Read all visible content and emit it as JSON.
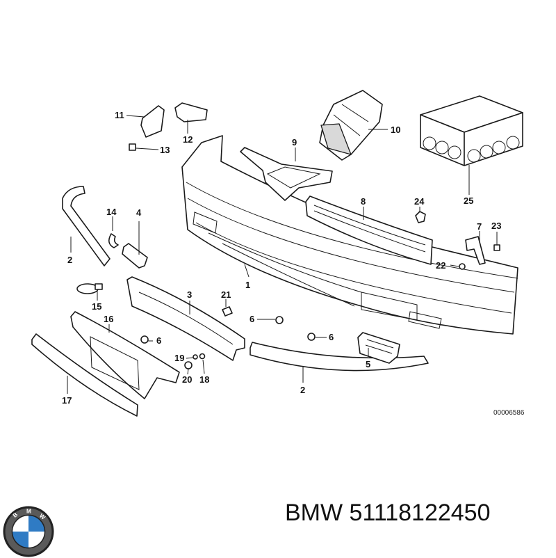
{
  "diagram": {
    "reference_code": "00006586",
    "callouts": [
      "1",
      "2",
      "2",
      "3",
      "4",
      "5",
      "6",
      "6",
      "6",
      "7",
      "8",
      "9",
      "10",
      "11",
      "12",
      "13",
      "14",
      "15",
      "16",
      "17",
      "18",
      "19",
      "20",
      "21",
      "22",
      "23",
      "24",
      "25"
    ]
  },
  "brand": {
    "logo_letters": "BMW"
  },
  "footer": {
    "part_number_text": "BMW 51118122450"
  }
}
